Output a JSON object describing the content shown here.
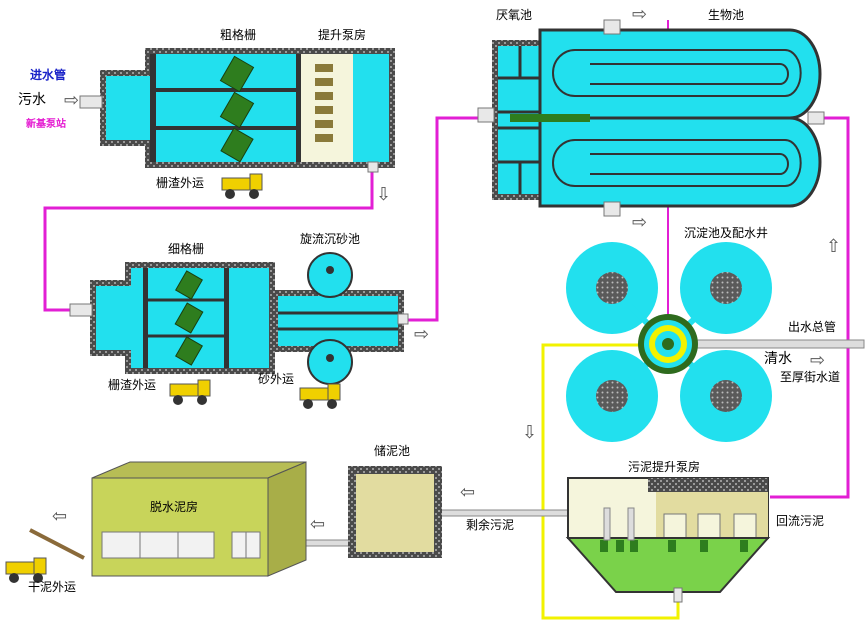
{
  "labels": {
    "inlet_pipe": "进水管",
    "sewage": "污水",
    "pump_station": "新基泵站",
    "coarse_screen": "粗格栅",
    "lift_pump_house": "提升泵房",
    "screenings_out_1": "栅渣外运",
    "fine_screen": "细格栅",
    "vortex_grit": "旋流沉砂池",
    "screenings_out_2": "栅渣外运",
    "sand_out": "砂外运",
    "anaerobic": "厌氧池",
    "bio_tank": "生物池",
    "clarifier": "沉淀池及配水井",
    "outlet_main": "出水总管",
    "clear_water": "清水",
    "to_canal": "至厚街水道",
    "sludge_lift": "污泥提升泵房",
    "return_sludge": "回流污泥",
    "excess_sludge": "剩余污泥",
    "sludge_storage": "储泥池",
    "dewatering_house": "脱水泥房",
    "dry_sludge_out": "干泥外运"
  },
  "colors": {
    "cyan": "#22e0ee",
    "pipe_magenta": "#e21fd4",
    "pipe_yellow": "#f2f200",
    "screen_green": "#2e7d1e",
    "building_yellow": "#c8d45a",
    "storage_tan": "#e2dca0",
    "sludge_green": "#7ad24a",
    "truck_yellow": "#f0d000"
  },
  "icons": {
    "arrow": "hollow-right-arrow",
    "truck": "dump-truck-icon"
  }
}
